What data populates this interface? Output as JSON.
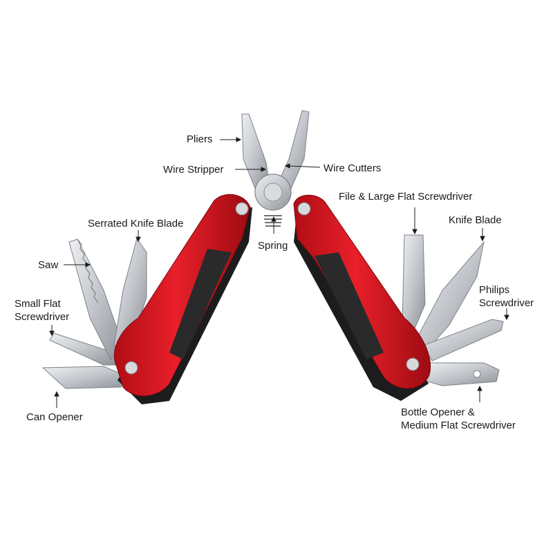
{
  "labels": {
    "pliers": "Pliers",
    "wire_stripper": "Wire Stripper",
    "wire_cutters": "Wire Cutters",
    "file_large_flat": "File & Large Flat Screwdriver",
    "serrated_knife": "Serrated Knife Blade",
    "spring": "Spring",
    "knife_blade": "Knife Blade",
    "saw": "Saw",
    "philips_line1": "Philips",
    "philips_line2": "Screwdriver",
    "small_flat_line1": "Small Flat",
    "small_flat_line2": "Screwdriver",
    "can_opener": "Can Opener",
    "bottle_line1": "Bottle Opener &",
    "bottle_line2": "Medium Flat Screwdriver"
  },
  "colors": {
    "handle": "#d8141c",
    "handle_dark": "#a50c12",
    "steel": "#c9ccd0",
    "steel_dark": "#8e9298",
    "black": "#1c1c1c",
    "text": "#1a1a1a"
  }
}
